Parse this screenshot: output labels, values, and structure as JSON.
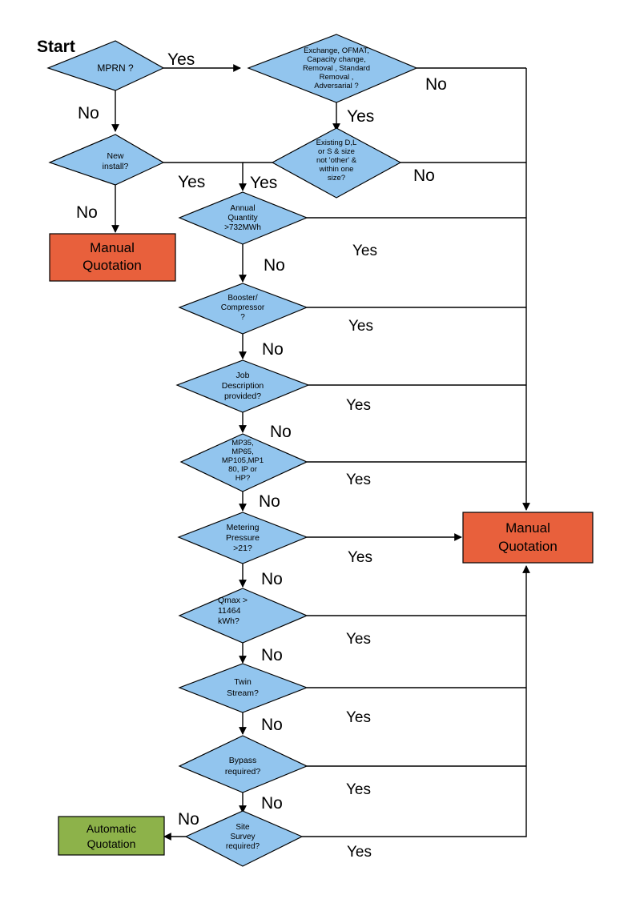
{
  "title": "Gas Quotation Decision Flowchart",
  "colors": {
    "decision_fill": "#92C5EE",
    "manual_fill": "#E8603C",
    "automatic_fill": "#8DB24A",
    "line": "#000000",
    "background": "#FFFFFF"
  },
  "start_label": "Start",
  "labels": {
    "yes": "Yes",
    "no": "No"
  },
  "decisions": [
    {
      "id": "mprn",
      "lines": [
        "MPRN ?"
      ]
    },
    {
      "id": "exchange",
      "lines": [
        "Exchange, OFMAT,",
        "Capacity change,",
        "Removal , Standard",
        "Removal ,",
        "Adversarial ?"
      ]
    },
    {
      "id": "newinstall",
      "lines": [
        "New",
        "install?"
      ]
    },
    {
      "id": "existing",
      "lines": [
        "Existing D,L",
        "or S & size",
        "not 'other' &",
        "within one",
        "size?"
      ]
    },
    {
      "id": "annual",
      "lines": [
        "Annual",
        "Quantity",
        ">732MWh"
      ]
    },
    {
      "id": "booster",
      "lines": [
        "Booster/",
        "Compressor",
        "?"
      ]
    },
    {
      "id": "jobdesc",
      "lines": [
        "Job",
        "Description",
        "provided?"
      ]
    },
    {
      "id": "mpclass",
      "lines": [
        "MP35,",
        "MP65,",
        "MP105,MP1",
        "80, IP or",
        "HP?"
      ]
    },
    {
      "id": "metering",
      "lines": [
        "Metering",
        "Pressure",
        ">21?"
      ]
    },
    {
      "id": "qmax",
      "lines": [
        "Qmax >",
        "11464",
        "kWh?"
      ]
    },
    {
      "id": "twin",
      "lines": [
        "Twin",
        "Stream?"
      ]
    },
    {
      "id": "bypass",
      "lines": [
        "Bypass",
        "required?"
      ]
    },
    {
      "id": "sitesurvey",
      "lines": [
        "Site",
        "Survey",
        "required?"
      ]
    }
  ],
  "terminals": [
    {
      "id": "manual-left",
      "lines": [
        "Manual",
        "Quotation"
      ],
      "kind": "manual"
    },
    {
      "id": "manual-right",
      "lines": [
        "Manual",
        "Quotation"
      ],
      "kind": "manual"
    },
    {
      "id": "automatic",
      "lines": [
        "Automatic",
        "Quotation"
      ],
      "kind": "automatic"
    }
  ],
  "edge_labels": [
    {
      "id": "mprn-yes",
      "text": "Yes"
    },
    {
      "id": "mprn-no",
      "text": "No"
    },
    {
      "id": "exchange-no",
      "text": "No"
    },
    {
      "id": "exchange-yes",
      "text": "Yes"
    },
    {
      "id": "newinstall-yes",
      "text": "Yes"
    },
    {
      "id": "newinstall-no",
      "text": "No"
    },
    {
      "id": "existing-no",
      "text": "No"
    },
    {
      "id": "existing-yes",
      "text": "Yes"
    },
    {
      "id": "annual-yes",
      "text": "Yes"
    },
    {
      "id": "annual-no",
      "text": "No"
    },
    {
      "id": "booster-yes",
      "text": "Yes"
    },
    {
      "id": "booster-no",
      "text": "No"
    },
    {
      "id": "jobdesc-yes",
      "text": "Yes"
    },
    {
      "id": "jobdesc-no",
      "text": "No"
    },
    {
      "id": "mpclass-yes",
      "text": "Yes"
    },
    {
      "id": "mpclass-no",
      "text": "No"
    },
    {
      "id": "metering-yes",
      "text": "Yes"
    },
    {
      "id": "metering-no",
      "text": "No"
    },
    {
      "id": "qmax-yes",
      "text": "Yes"
    },
    {
      "id": "qmax-no",
      "text": "No"
    },
    {
      "id": "twin-yes",
      "text": "Yes"
    },
    {
      "id": "twin-no",
      "text": "No"
    },
    {
      "id": "bypass-yes",
      "text": "Yes"
    },
    {
      "id": "bypass-no",
      "text": "No"
    },
    {
      "id": "sitesurvey-yes",
      "text": "Yes"
    },
    {
      "id": "sitesurvey-no",
      "text": "No"
    }
  ]
}
